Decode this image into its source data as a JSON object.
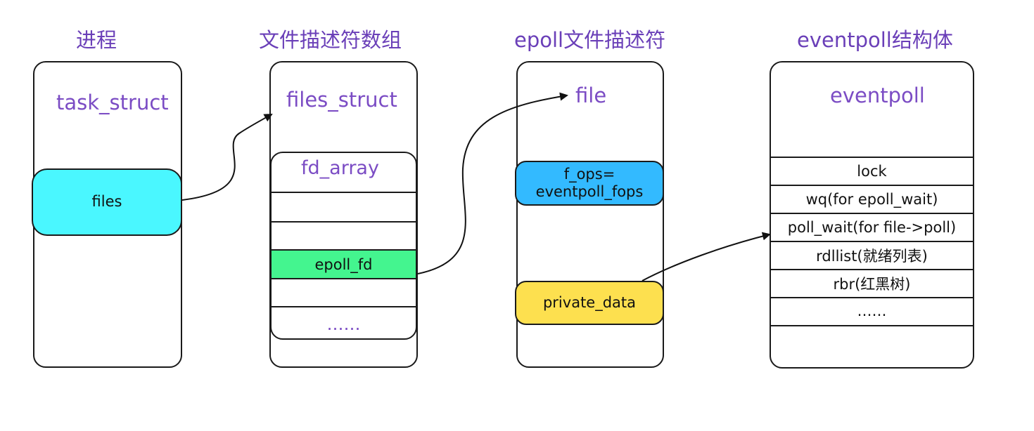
{
  "titles": {
    "process": "进程",
    "fd_table": "文件描述符数组",
    "epoll_file": "epoll文件描述符",
    "eventpoll_struct": "eventpoll结构体"
  },
  "process_box": {
    "name": "task_struct",
    "files_label": "files"
  },
  "fd_box": {
    "name": "files_struct",
    "fd_array_label": "fd_array",
    "epoll_fd_label": "epoll_fd",
    "ellipsis": "……"
  },
  "file_box": {
    "name": "file",
    "f_ops_label": "f_ops=\neventpoll_fops",
    "private_data_label": "private_data"
  },
  "eventpoll_box": {
    "name": "eventpoll",
    "rows": [
      "lock",
      "wq(for epoll_wait)",
      "poll_wait(for file->poll)",
      "rdllist(就绪列表)",
      "rbr(红黑树)",
      "……"
    ]
  },
  "colors": {
    "title": "#6a3fb8",
    "files_fill": "#4af7ff",
    "epoll_fd_fill": "#44f58f",
    "f_ops_fill": "#33baff",
    "private_data_fill": "#fde04f"
  }
}
